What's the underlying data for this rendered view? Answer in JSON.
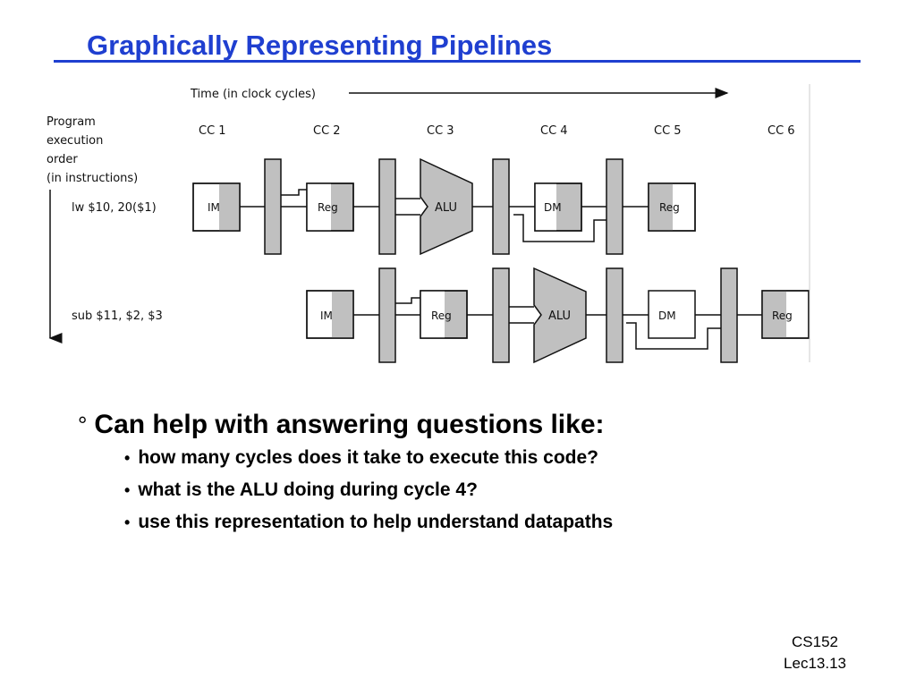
{
  "slide": {
    "title": "Graphically Representing Pipelines",
    "footer": {
      "course": "CS152",
      "lecture": "Lec13.13"
    }
  },
  "diagram": {
    "time_label": "Time (in clock cycles)",
    "order_label": [
      "Program",
      "execution",
      "order",
      "(in instructions)"
    ],
    "cycles": [
      "CC 1",
      "CC 2",
      "CC 3",
      "CC 4",
      "CC 5",
      "CC 6"
    ],
    "instructions": [
      "lw $10, 20($1)",
      "sub $11, $2, $3"
    ],
    "units": {
      "im": "IM",
      "reg": "Reg",
      "alu": "ALU",
      "dm": "DM"
    },
    "colors": {
      "shade": "#c0c0c0",
      "stroke": "#111111"
    }
  },
  "bullets": {
    "main": "Can help with answering questions like:",
    "marker": "°",
    "sub_marker": "•",
    "items": [
      "how many cycles does it take to execute this code?",
      "what is the ALU doing during cycle 4?",
      "use this representation to help understand datapaths"
    ]
  }
}
